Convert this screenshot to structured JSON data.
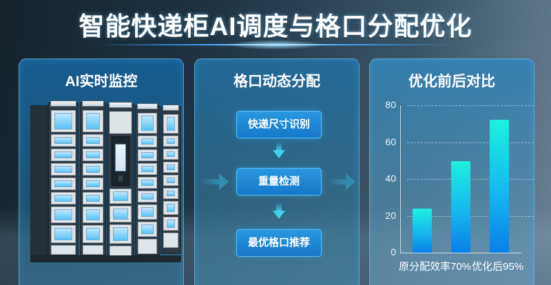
{
  "title": "智能快递柜AI调度与格口分配优化",
  "panels": {
    "monitor": {
      "title": "AI实时监控",
      "image": "smart-parcel-locker-illustration"
    },
    "allocation": {
      "title": "格口动态分配",
      "steps": [
        "快递尺寸识别",
        "重量检测",
        "最优格口推荐"
      ]
    },
    "comparison": {
      "title": "优化前后对比"
    }
  },
  "colors": {
    "accent": "#2a98e0",
    "arrow": "#3fd0ee",
    "bar_top": "#1ef0e0",
    "bar_bottom": "#0a7fe8"
  },
  "chart_data": {
    "type": "bar",
    "title": "优化前后对比",
    "categories": [
      "原分配效率70%",
      "",
      "优化后95%"
    ],
    "x_labels_visible": [
      "原分配效率70%",
      "优化后95%"
    ],
    "values": [
      24,
      50,
      72
    ],
    "xlabel": "",
    "ylabel": "",
    "yticks": [
      "0",
      "20",
      "40",
      "60",
      "80"
    ],
    "ylim": [
      0,
      80
    ],
    "grid": true,
    "legend": null
  }
}
